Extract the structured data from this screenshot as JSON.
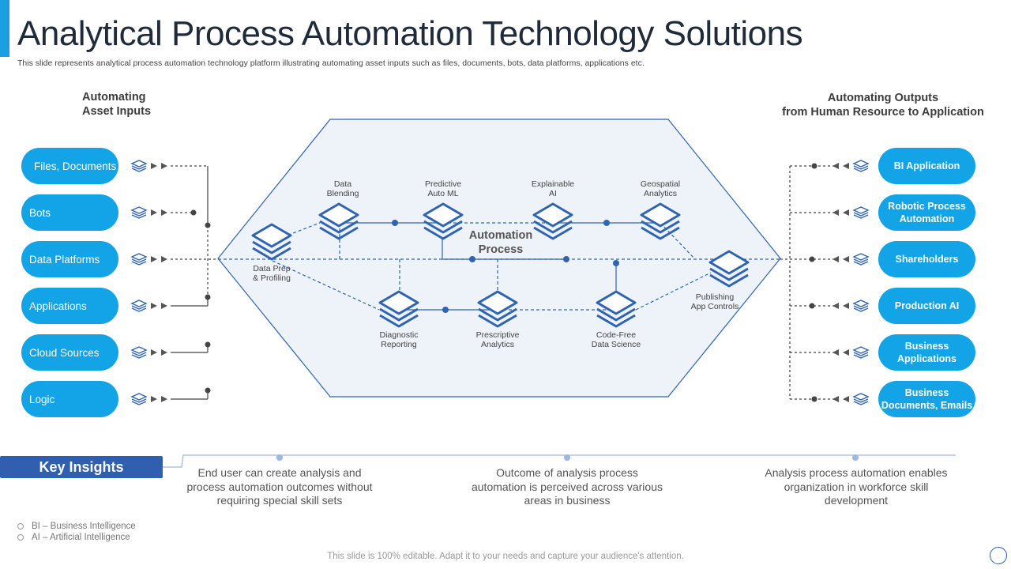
{
  "header": {
    "title": "Analytical Process Automation Technology Solutions",
    "subtitle": "This slide represents analytical process automation technology platform illustrating automating asset inputs such as files, documents, bots, data platforms, applications etc."
  },
  "inputs": {
    "heading_line1": "Automating",
    "heading_line2": "Asset Inputs",
    "items": [
      "Files, Documents",
      "Bots",
      "Data Platforms",
      "Applications",
      "Cloud Sources",
      "Logic"
    ]
  },
  "outputs": {
    "heading_line1": "Automating Outputs",
    "heading_line2": "from Human Resource to Application",
    "items": [
      "BI Application",
      "Robotic Process Automation",
      "Shareholders",
      "Production  AI",
      "Business Applications",
      "Business Documents,  Emails"
    ]
  },
  "process": {
    "center_label": "Automation\nProcess",
    "nodes": {
      "data_prep": "Data Prep\n& Profiling",
      "data_blending": "Data\nBlending",
      "predictive_auto_ml": "Predictive\nAuto ML",
      "explainable_ai": "Explainable\nAI",
      "geospatial": "Geospatial\nAnalytics",
      "publishing": "Publishing\nApp Controls",
      "diagnostic": "Diagnostic\nReporting",
      "prescriptive": "Prescriptive\nAnalytics",
      "code_free": "Code-Free\nData Science"
    }
  },
  "insights": {
    "button_label": "Key Insights",
    "items": [
      "End user can create analysis and process automation outcomes without requiring special skill sets",
      "Outcome of analysis process automation is perceived across various areas in business",
      "Analysis process automation enables organization in workforce skill development"
    ]
  },
  "legend": {
    "items": [
      "BI – Business Intelligence",
      "AI – Artificial Intelligence"
    ]
  },
  "footer": {
    "text": "This slide is 100% editable. Adapt it to your needs and capture your audience's attention."
  },
  "colors": {
    "accent": "#12a4e6",
    "dark_blue": "#2f5fae",
    "hexagon_fill": "#eef2f9",
    "icon_blue": "#2f64b0"
  },
  "icons": {
    "layers": "layers-icon",
    "arrow": "triangle-arrow-icon"
  }
}
